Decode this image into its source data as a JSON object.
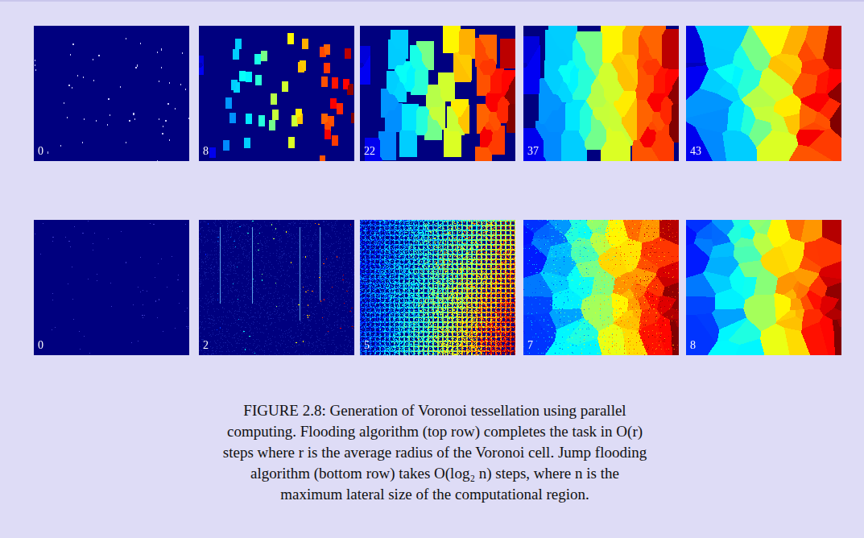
{
  "diagram": {
    "caption": "FIGURE 2.8: Generation of Voronoi tessellation using parallel computing. Flooding algorithm (top row) completes the task in O(r) steps where r is the average radius of the Voronoi cell. Jump flooding algorithm (bottom row) takes O(log₂ n) steps, where n is the maximum lateral size of the computational region.",
    "labels": [
      "0",
      "8",
      "22",
      "37",
      "43",
      "0",
      "2",
      "5",
      "7",
      "8"
    ]
  }
}
